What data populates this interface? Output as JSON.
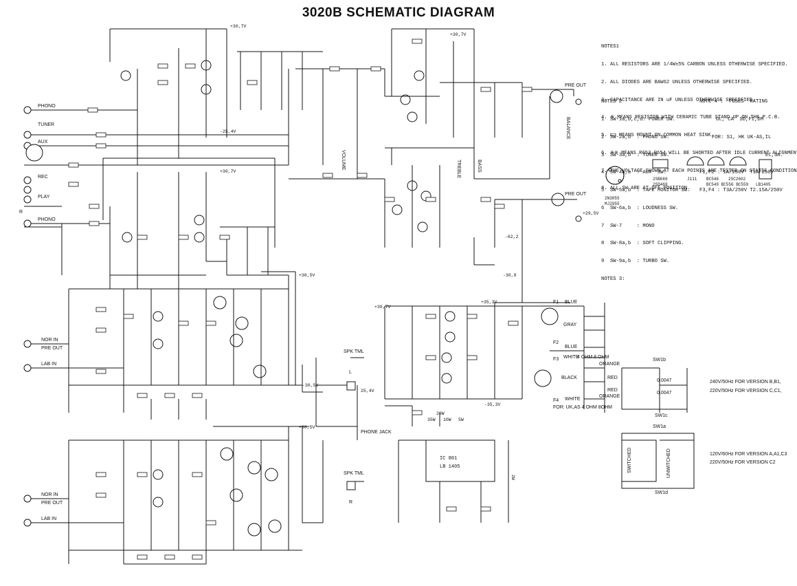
{
  "title": "3020B SCHEMATIC DIAGRAM",
  "notes1": {
    "heading": "NOTES1",
    "lines": [
      "1. ALL RESISTORS ARE 1/4W±5% CARBON UNLESS OTHERWISE SPECIFIED.",
      "2. ALL DIODES ARE BAW62 UNLESS OTHERWISE SPECIFIED.",
      "3. CAPACITANCE ARE IN uF UNLESS OTHERWISE SPECIFIED.",
      "4. ※ MEANS RESISTOR WITH CERAMIC TUBE STAND UP ON THE P.C.B.",
      "5. ⊏⊐ MEANS MOUNT ON COMMON HEAT SINK.",
      "6. ※※ MEANS R653 R654 WILL BE SHORTED AFTER IDLE CURRENT ALIGNMENT.",
      "7. THE VOLTAGE SHOWN AT EACH POINTS ARE TESTED ON STATIC CONDITION.",
      "8. ALL SW ARE AT OFF POSITION."
    ]
  },
  "notes2": {
    "heading": "NOTES 2",
    "lines": [
      "1  SW-1a,b,c,d: POWER SW.",
      "2  SW-2a,b  : PHONO SW.",
      "3  SW-3a,b  : TUNER SW.",
      "4  SW-4a,b  : AUX  SW.",
      "5  SW-5a,b  : TAPE MONITOR SW.",
      "6  SW-6a,b  : LOUDNESS SW.",
      "7  SW-7     : MONO",
      "8  SW-8a,b  : SOFT CLIPPING.",
      "9  SW-9a,b  : TURBO SW."
    ],
    "footer": "NOTES 3:"
  },
  "notes4": {
    "heading": "NOTE 4 :  FUSES  RATING",
    "cols": [
      "UL, CA",
      "SD,FI,DM"
    ],
    "row1": [
      "FOR: S1, HK",
      "UK-AS,IL",
      "EC,SA."
    ],
    "row2": [
      "F1,F2 : 1A/250V",
      "T1A/250V"
    ],
    "row3": [
      "F3,F4 : T3A/250V",
      "T2.15A/250V"
    ]
  },
  "pinouts": [
    {
      "name": "2N3055",
      "sub": "MJ2955"
    },
    {
      "name": "2SB669",
      "sub": "2SD469"
    },
    {
      "name": "J111",
      "sub": ""
    },
    {
      "name": "BC546",
      "sub": "BC549 BC556 BC559"
    },
    {
      "name": "2SC2602",
      "sub": ""
    },
    {
      "name": "LB1405",
      "sub": ""
    }
  ],
  "ic": {
    "ref": "IC 801",
    "part": "LB 1405"
  },
  "power": {
    "f1": "F1",
    "f2": "F2",
    "f3": "F3",
    "f4": "F4",
    "blue": "BLUE",
    "gray": "GRAY",
    "white": "WHITE",
    "black": "BLACK",
    "orange": "ORANGE",
    "red": "RED",
    "ohm8": "4 OHM 8 OHM",
    "for_uk": "FOR: UK,AS  4 OHM 8OHM",
    "v240": "240V/50Hz FOR VERSION B,B1,",
    "v220": "220V/50Hz FOR VERSION C,C1,",
    "v120": "120V/60Hz FOR VERSION A,A1,C3",
    "v220b": "220V/50Hz FOR VERSION C2",
    "switched": "SWITCHED",
    "unswitched": "UNWITCHED",
    "cap1": "0.0047",
    "cap2": "0.0047",
    "sw1b": "SW1b",
    "sw1c": "SW1c",
    "sw1a": "SW1a",
    "sw1d": "SW1d"
  },
  "connectors": {
    "phono": "PHONO",
    "tuner": "TUNER",
    "aux": "AUX",
    "rec": "REC",
    "play": "PLAY",
    "pre_out": "PRE OUT",
    "nor_in": "NOR IN",
    "lab_in": "LAB IN",
    "spk_tml": "SPK TML",
    "phone_jack": "PHONE JACK",
    "volume": "VOLUME",
    "treble": "TREBLE",
    "bass": "BASS",
    "balance": "BALANCE",
    "L": "L",
    "R": "R"
  },
  "rails": {
    "v307": "+30,7V",
    "v305": "+30,5V",
    "m305": "-30,5V",
    "m254": "-25,4V",
    "v353": "+35,3V",
    "m353": "-35,3V",
    "v254": "25,4V",
    "v295": "+29,5V",
    "m622": "-62,2",
    "m308": "-30,8"
  },
  "leds": {
    "w": "20W",
    "w35": "35W",
    "w10": "10W",
    "w5": "5W",
    "w2": "2W"
  }
}
